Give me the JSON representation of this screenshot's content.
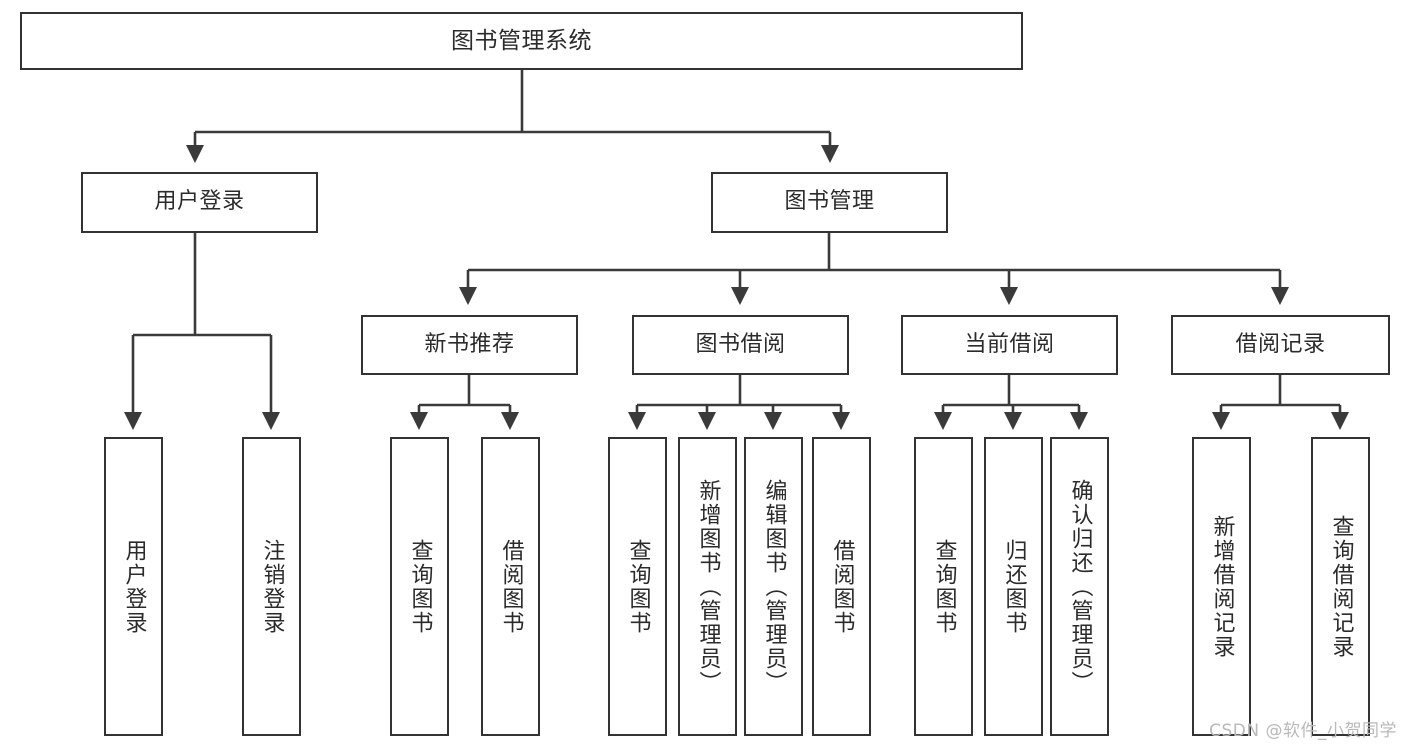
{
  "diagram": {
    "type": "tree-hierarchy-diagram",
    "title": "图书管理系统",
    "watermark": "CSDN @软件_小贺同学",
    "style": {
      "background": "#ffffff",
      "box_stroke": "#333333",
      "connector_stroke": "#3a3a3a",
      "text_color": "#2b2b2b"
    },
    "nodes": {
      "root": {
        "label": "图书管理系统",
        "level": 1
      },
      "level2": [
        {
          "id": "user-login",
          "label": "用户登录"
        },
        {
          "id": "book-manage",
          "label": "图书管理"
        }
      ],
      "level3": [
        {
          "id": "new-book-recommend",
          "label": "新书推荐"
        },
        {
          "id": "book-borrow",
          "label": "图书借阅"
        },
        {
          "id": "current-borrow",
          "label": "当前借阅"
        },
        {
          "id": "borrow-record",
          "label": "借阅记录"
        }
      ],
      "leaves": {
        "user-login": [
          {
            "id": "leaf-user-login",
            "label": "用户登录"
          },
          {
            "id": "leaf-logout-login",
            "label": "注销登录"
          }
        ],
        "new-book-recommend": [
          {
            "id": "leaf-query-book-1",
            "label": "查询图书"
          },
          {
            "id": "leaf-borrow-book-1",
            "label": "借阅图书"
          }
        ],
        "book-borrow": [
          {
            "id": "leaf-query-book-2",
            "label": "查询图书"
          },
          {
            "id": "leaf-add-book",
            "label": "新增图书（管理员）"
          },
          {
            "id": "leaf-edit-book",
            "label": "编辑图书（管理员）"
          },
          {
            "id": "leaf-borrow-book-2",
            "label": "借阅图书"
          }
        ],
        "current-borrow": [
          {
            "id": "leaf-query-book-3",
            "label": "查询图书"
          },
          {
            "id": "leaf-return-book",
            "label": "归还图书"
          },
          {
            "id": "leaf-confirm-return",
            "label": "确认归还（管理员）"
          }
        ],
        "borrow-record": [
          {
            "id": "leaf-add-record",
            "label": "新增借阅记录"
          },
          {
            "id": "leaf-query-record",
            "label": "查询借阅记录"
          }
        ]
      }
    }
  }
}
